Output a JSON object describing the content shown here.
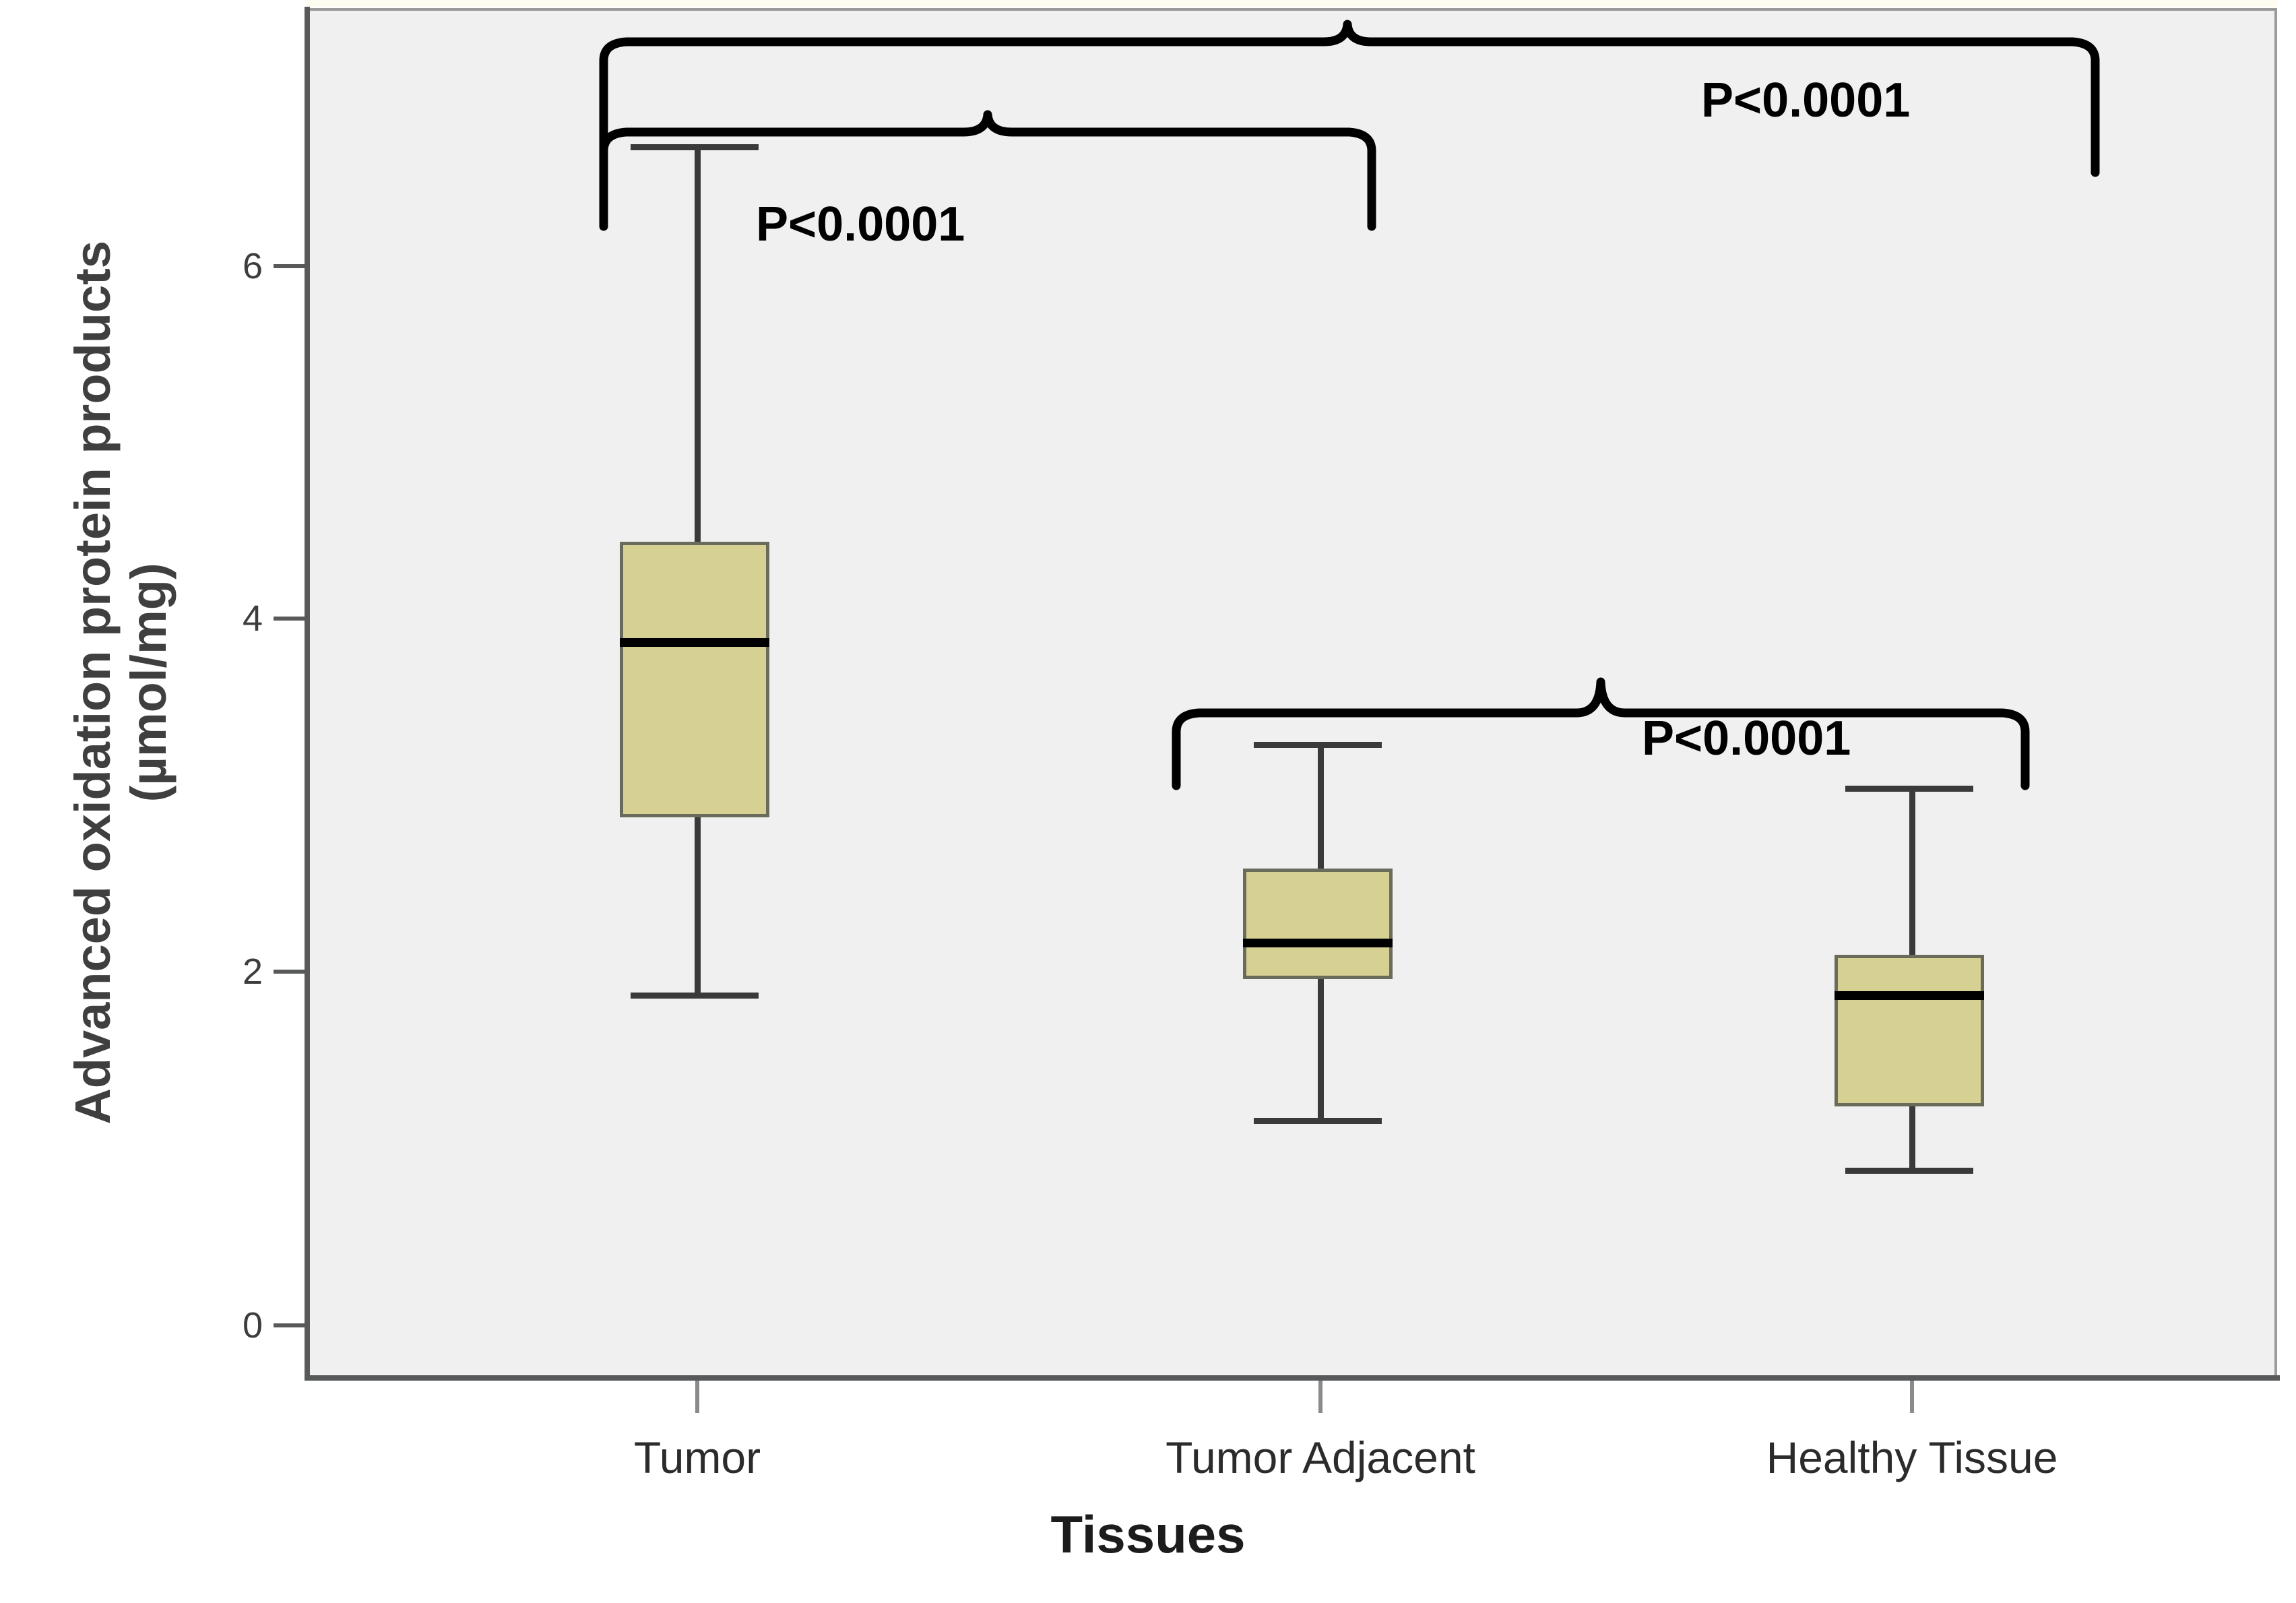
{
  "chart_data": {
    "type": "box",
    "title": "",
    "xlabel": "Tissues",
    "ylabel": "Advanced oxidation protein products (µmol/mg)",
    "ylabel_line1": "Advanced oxidation protein products",
    "ylabel_line2": "(µmol/mg)",
    "categories": [
      "Tumor",
      "Tumor Adjacent",
      "Healthy Tissue"
    ],
    "ytick_labels": [
      "6",
      "4",
      "2",
      "0"
    ],
    "ytick_values": [
      6,
      4,
      2,
      0
    ],
    "ylim": [
      0,
      7.0
    ],
    "grid": false,
    "legend": "none",
    "box_fill_color": "#d6d192",
    "box_edge_color": "#6b6b5c",
    "median_color": "#000000",
    "panel_background": "#f0f0f0",
    "boxes": [
      {
        "category": "Tumor",
        "whisker_low": 1.88,
        "q1": 2.88,
        "median": 3.87,
        "q3": 4.44,
        "whisker_high": 6.68
      },
      {
        "category": "Tumor Adjacent",
        "whisker_low": 1.16,
        "q1": 1.96,
        "median": 2.17,
        "q3": 2.59,
        "whisker_high": 3.29
      },
      {
        "category": "Healthy Tissue",
        "whisker_low": 0.88,
        "q1": 1.24,
        "median": 1.87,
        "q3": 2.1,
        "whisker_high": 3.04
      }
    ],
    "annotations": [
      {
        "id": "tumor-vs-tumor-adjacent",
        "from": "Tumor",
        "to": "Tumor Adjacent",
        "label": "P<0.0001"
      },
      {
        "id": "tumor-vs-healthy-tissue",
        "from": "Tumor",
        "to": "Healthy Tissue",
        "label": "P<0.0001"
      },
      {
        "id": "tumor-adjacent-vs-healthy-tissue",
        "from": "Tumor Adjacent",
        "to": "Healthy Tissue",
        "label": "P<0.0001"
      }
    ]
  }
}
